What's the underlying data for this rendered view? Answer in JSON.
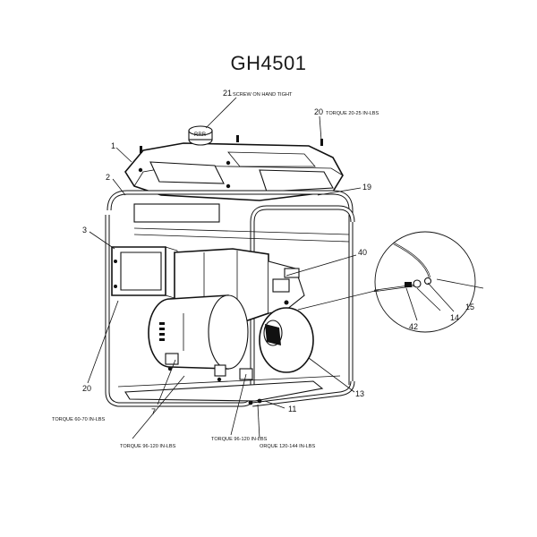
{
  "title": "GH4501",
  "callouts": [
    {
      "id": "1",
      "label": "1"
    },
    {
      "id": "2",
      "label": "2"
    },
    {
      "id": "3",
      "label": "3"
    },
    {
      "id": "7",
      "label": "7"
    },
    {
      "id": "11",
      "label": "11"
    },
    {
      "id": "13",
      "label": "13"
    },
    {
      "id": "14",
      "label": "14"
    },
    {
      "id": "15",
      "label": "15"
    },
    {
      "id": "19",
      "label": "19"
    },
    {
      "id": "20a",
      "label": "20"
    },
    {
      "id": "20b",
      "label": "20"
    },
    {
      "id": "21",
      "label": "21"
    },
    {
      "id": "40",
      "label": "40"
    },
    {
      "id": "42",
      "label": "42"
    }
  ],
  "notes": {
    "screw_on": "SCREW ON HAND TIGHT",
    "torque_top": "TORQUE 20-25 IN-LBS",
    "torque_left": "TORQUE 60-70 IN-LBS",
    "torque_bottom_1": "TORQUE 96-120 IN-LBS",
    "torque_bottom_2": "TORQUE 96-120 IN-LBS",
    "torque_bottom_3": "ORQUE 120-144 IN-LBS"
  }
}
